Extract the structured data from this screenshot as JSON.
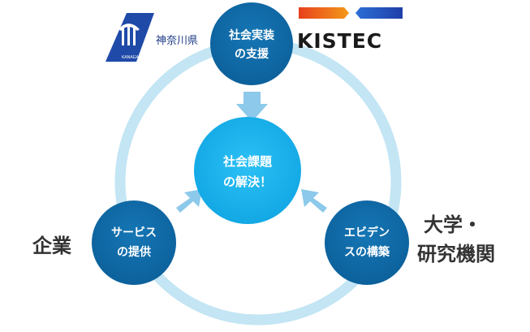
{
  "colors": {
    "ring": "#bfe3f3",
    "outer_node": "#0e6ba8",
    "center_node": "#19b0ec",
    "arrow": "#8cc9ea"
  },
  "nodes": {
    "top": [
      "社会実装",
      "の支援"
    ],
    "left": [
      "サービス",
      "の提供"
    ],
    "right": [
      "エビデン",
      "スの構築"
    ],
    "center": [
      "社会課題",
      "の解決！"
    ]
  },
  "labels": {
    "left": "企業",
    "right": [
      "大学・",
      "研究機関"
    ]
  },
  "logos": {
    "prefecture_name": "神奈川県",
    "prefecture_mark_text": "KANAGAWA",
    "kistec": "KISTEC"
  },
  "icons": [
    "kanagawa-emblem-icon",
    "kistec-bar-icon",
    "arrow-down-icon",
    "arrow-up-right-icon",
    "arrow-up-left-icon"
  ]
}
